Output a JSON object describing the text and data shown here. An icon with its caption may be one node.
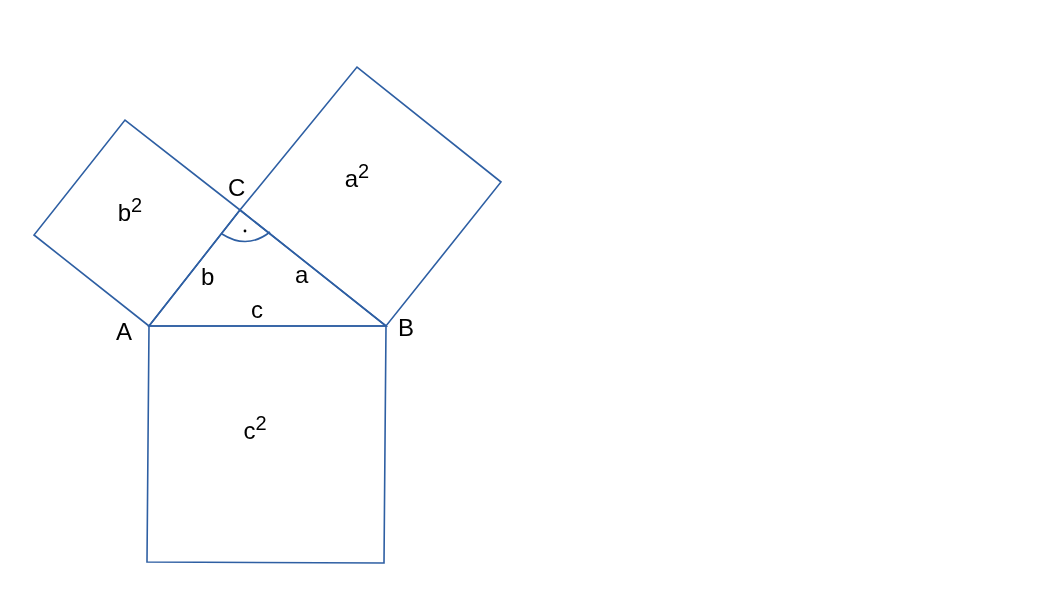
{
  "diagram": {
    "nodes": [
      {
        "text": [
          "b$^{2}$"
        ]
      },
      {
        "text": [
          "a$^{2}$"
        ]
      },
      {
        "text": [
          "c$^{2}$"
        ]
      }
    ],
    "labels": [
      "C",
      "A",
      "B",
      "b",
      "a",
      "c"
    ]
  }
}
